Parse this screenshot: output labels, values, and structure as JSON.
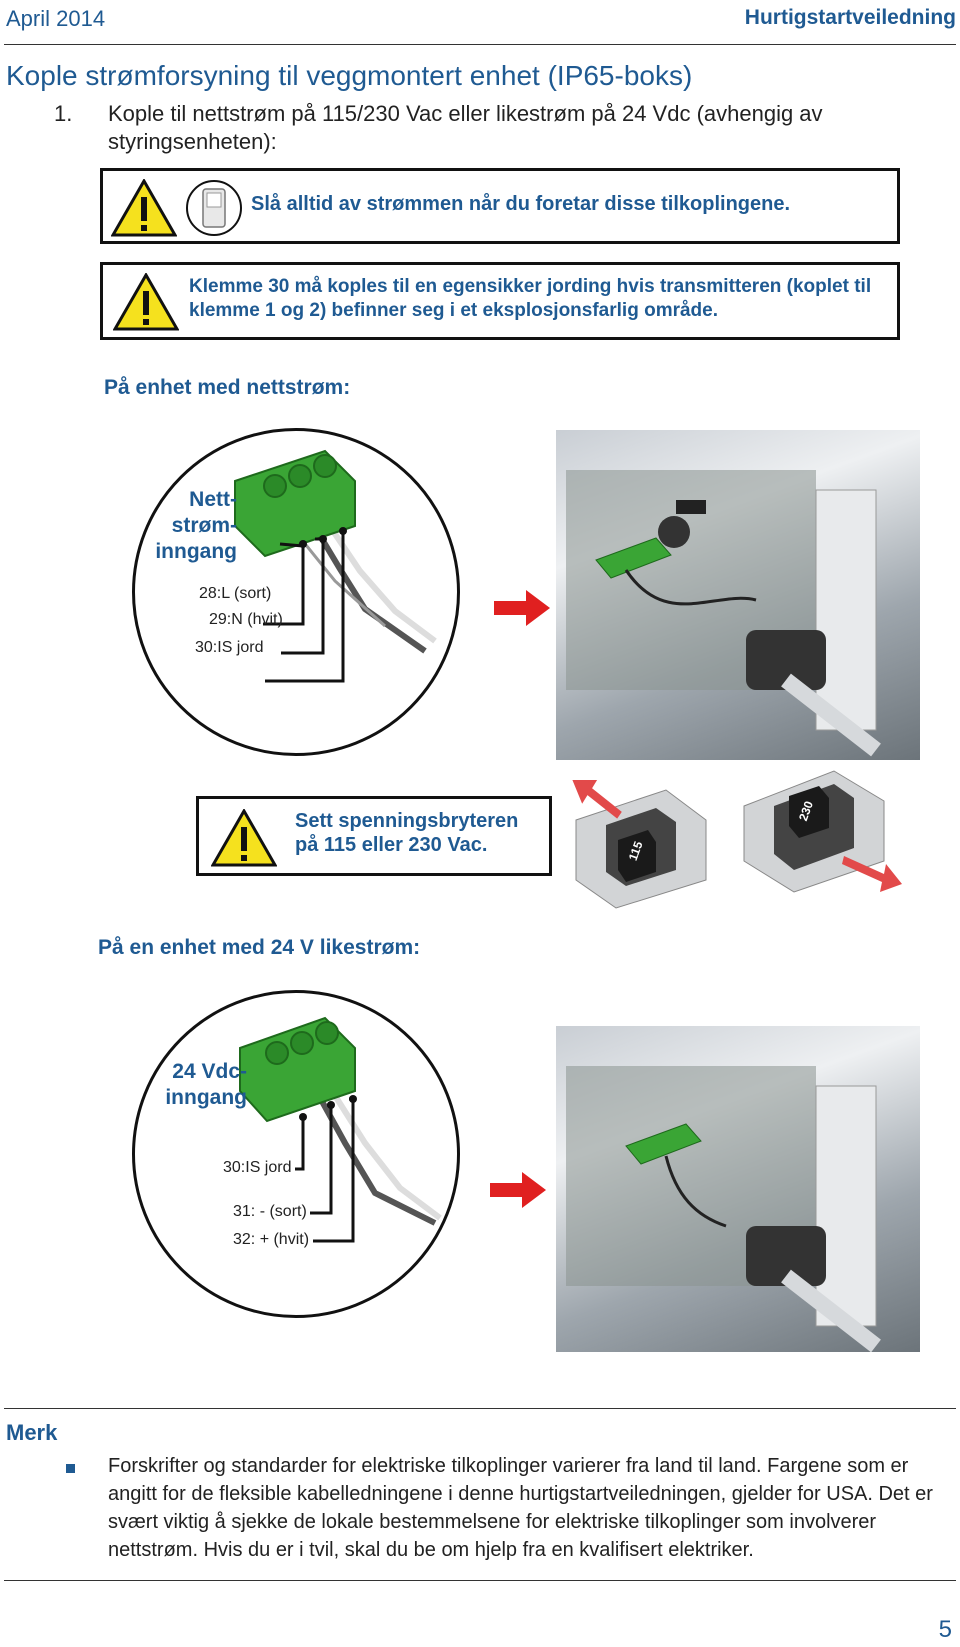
{
  "header": {
    "date": "April 2014",
    "doc_title": "Hurtigstartveiledning"
  },
  "section": {
    "title": "Kople strømforsyning til veggmontert enhet (IP65-boks)",
    "step_number": "1.",
    "step_text": "Kople til nettstrøm på 115/230 Vac eller likestrøm på 24 Vdc (avhengig av styringsenheten):"
  },
  "warnings": {
    "power_off": "Slå alltid av strømmen når du foretar disse tilkoplingene.",
    "grounding": "Klemme 30 må koples til en egensikker jording hvis transmitteren (koplet til klemme 1 og 2) befinner seg i et eksplosjonsfarlig område.",
    "voltage_switch": "Sett spenningsbryteren på 115 eller 230 Vac."
  },
  "mains": {
    "heading": "På enhet med nettstrøm:",
    "circle_label": "Nett-\nstrøm-\ninngang",
    "terminals": [
      "28:L (sort)",
      "29:N (hvit)",
      "30:IS jord"
    ],
    "switch_labels": [
      "115",
      "230"
    ]
  },
  "dc": {
    "heading": "På en enhet med 24 V likestrøm:",
    "circle_label": "24 Vdc-\ninngang",
    "terminals": [
      "30:IS jord",
      "31: - (sort)",
      "32: + (hvit)"
    ]
  },
  "note": {
    "title": "Merk",
    "text": "Forskrifter og standarder for elektriske tilkoplinger varierer fra land til land. Fargene som er angitt for de fleksible kabelledningene i denne hurtigstartveiledningen, gjelder for USA. Det er svært viktig å sjekke de lokale bestemmelsene for elektriske tilkoplinger som involverer nettstrøm. Hvis du er i tvil, skal du be om hjelp fra en kvalifisert elektriker."
  },
  "page_number": "5",
  "colors": {
    "accent": "#1f5a92",
    "warning_yellow": "#f5e11e",
    "terminal_green": "#3aa535",
    "arrow_red": "#e02020"
  }
}
